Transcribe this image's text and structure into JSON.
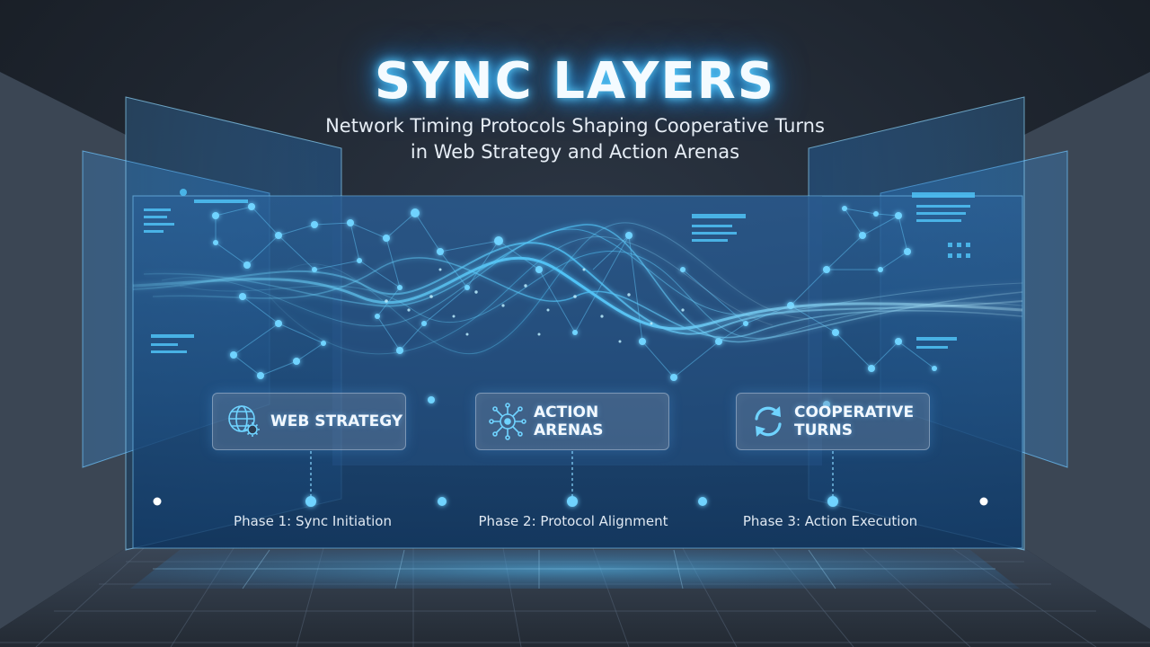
{
  "header": {
    "title": "SYNC LAYERS",
    "subtitle_line1": "Network Timing Protocols Shaping Cooperative Turns",
    "subtitle_line2": "in Web Strategy and Action Arenas"
  },
  "cards": [
    {
      "label_line1": "WEB STRATEGY",
      "label_line2": "",
      "icon": "globe-gear-icon"
    },
    {
      "label_line1": "ACTION",
      "label_line2": "ARENAS",
      "icon": "arena-circuit-icon"
    },
    {
      "label_line1": "COOPERATIVE",
      "label_line2": "TURNS",
      "icon": "refresh-arrows-icon"
    }
  ],
  "timeline": {
    "phases": [
      "Phase 1: Sync Initiation",
      "Phase 2: Protocol Alignment",
      "Phase 3: Action Execution"
    ]
  },
  "colors": {
    "accent": "#4fc3f7",
    "glow": "#2aa7ff",
    "background": "#1f2630",
    "panel": "#1e3a5f"
  }
}
